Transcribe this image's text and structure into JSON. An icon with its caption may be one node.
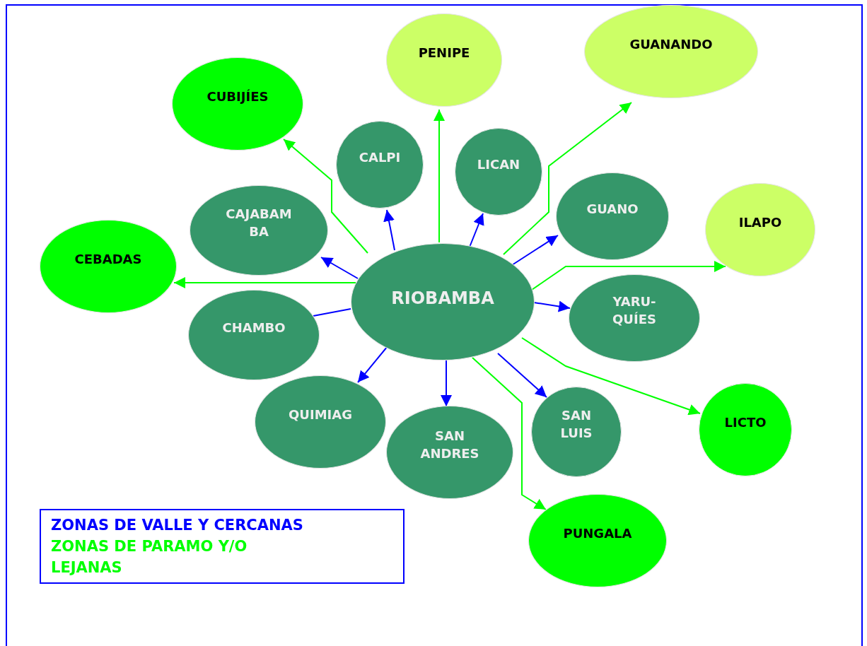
{
  "diagram": {
    "nodes": [
      {
        "text": [
          "RIOBAMBA"
        ]
      },
      {
        "text": [
          "CUBIJÍES"
        ]
      },
      {
        "text": [
          "PENIPE"
        ]
      },
      {
        "text": [
          "GUANANDO"
        ]
      },
      {
        "text": [
          "CALPI"
        ]
      },
      {
        "text": [
          "LICAN"
        ]
      },
      {
        "text": [
          "CAJABAM BA"
        ]
      },
      {
        "text": [
          "GUANO"
        ]
      },
      {
        "text": [
          "ILAPO"
        ]
      },
      {
        "text": [
          "CEBADAS"
        ]
      },
      {
        "text": [
          "CHAMBO"
        ]
      },
      {
        "text": [
          "YARU- QUÍES"
        ]
      },
      {
        "text": [
          "QUIMIAG"
        ]
      },
      {
        "text": [
          "SAN ANDRES"
        ]
      },
      {
        "text": [
          "SAN LUIS"
        ]
      },
      {
        "text": [
          "LICTO"
        ]
      },
      {
        "text": [
          "PUNGALA"
        ]
      }
    ],
    "edges": [
      {
        "from": 0,
        "to": 1,
        "arrow": "to",
        "color": "#00ff00"
      },
      {
        "from": 0,
        "to": 2,
        "arrow": "to",
        "color": "#00ff00"
      },
      {
        "from": 0,
        "to": 3,
        "arrow": "to",
        "color": "#00ff00"
      },
      {
        "from": 0,
        "to": 4,
        "arrow": "to"
      },
      {
        "from": 0,
        "to": 5,
        "arrow": "to"
      },
      {
        "from": 0,
        "to": 6,
        "arrow": "to"
      },
      {
        "from": 0,
        "to": 7,
        "arrow": "to"
      },
      {
        "from": 0,
        "to": 8,
        "arrow": "to",
        "color": "#00ff00"
      },
      {
        "from": 0,
        "to": 9,
        "arrow": "to",
        "color": "#00ff00"
      },
      {
        "from": 0,
        "to": 10,
        "arrow": "none"
      },
      {
        "from": 0,
        "to": 11,
        "arrow": "to"
      },
      {
        "from": 0,
        "to": 12,
        "arrow": "to"
      },
      {
        "from": 0,
        "to": 13,
        "arrow": "to"
      },
      {
        "from": 0,
        "to": 14,
        "arrow": "to"
      },
      {
        "from": 0,
        "to": 15,
        "arrow": "to",
        "color": "#00ff00"
      },
      {
        "from": 0,
        "to": 16,
        "arrow": "to",
        "color": "#00ff00"
      }
    ],
    "legend": [
      {
        "text": "ZONAS DE VALLE Y CERCANAS",
        "color": "#0000ff"
      },
      {
        "text": "ZONAS DE PARAMO Y/O LEJANAS",
        "color": "#00ff00"
      }
    ]
  }
}
